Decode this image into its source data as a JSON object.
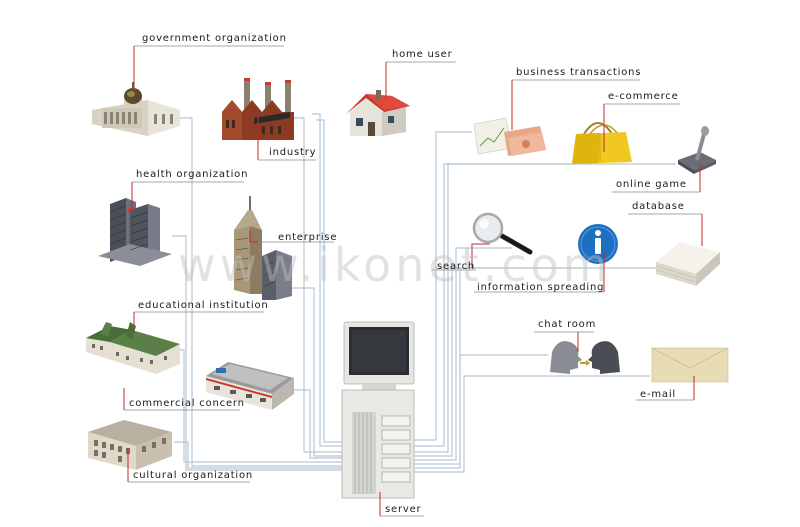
{
  "labels": {
    "government_organization": "government organization",
    "industry": "industry",
    "home_user": "home user",
    "business_transactions": "business transactions",
    "e_commerce": "e-commerce",
    "online_game": "online game",
    "health_organization": "health organization",
    "enterprise": "enterprise",
    "database": "database",
    "search": "search",
    "information_spreading": "information spreading",
    "educational_institution": "educational institution",
    "chat_room": "chat room",
    "commercial_concern": "commercial concern",
    "e_mail": "e-mail",
    "cultural_organization": "cultural organization",
    "server": "server"
  },
  "watermark": "www.ikonet.com",
  "colors": {
    "connector": "#b8c8d8",
    "leader": "#c0282d",
    "info_blue": "#1f6fc0",
    "roof_red": "#c8382d"
  }
}
